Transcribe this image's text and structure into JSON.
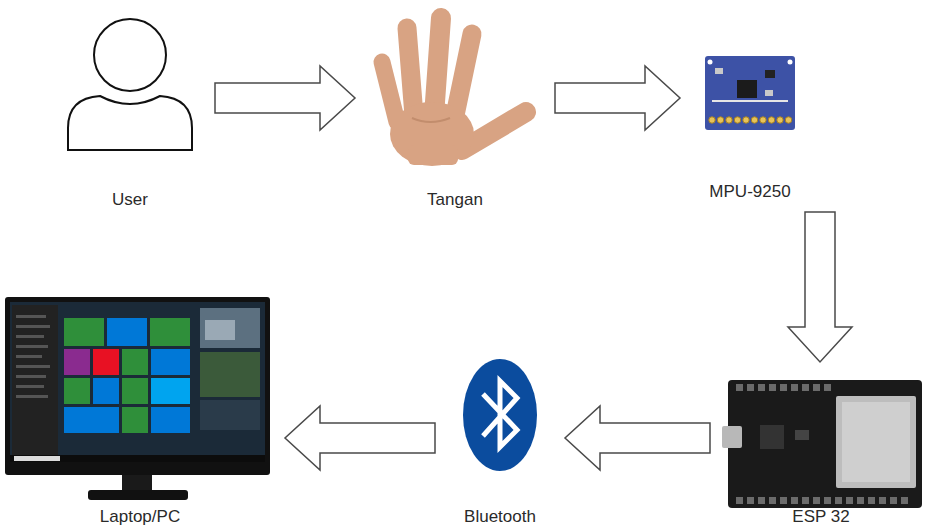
{
  "diagram": {
    "nodes": [
      {
        "text": [
          "User"
        ]
      },
      {
        "text": [
          "Tangan"
        ]
      },
      {
        "text": [
          "MPU-9250"
        ]
      },
      {
        "text": [
          "ESP 32"
        ]
      },
      {
        "text": [
          "Bluetooth"
        ]
      },
      {
        "text": [
          "Laptop/PC"
        ]
      }
    ],
    "edges": [
      {
        "from": 0,
        "to": 1,
        "arrow": "to"
      },
      {
        "from": 1,
        "to": 2,
        "arrow": "to"
      },
      {
        "from": 2,
        "to": 3,
        "arrow": "to"
      },
      {
        "from": 3,
        "to": 4,
        "arrow": "to"
      },
      {
        "from": 4,
        "to": 5,
        "arrow": "to"
      }
    ]
  }
}
